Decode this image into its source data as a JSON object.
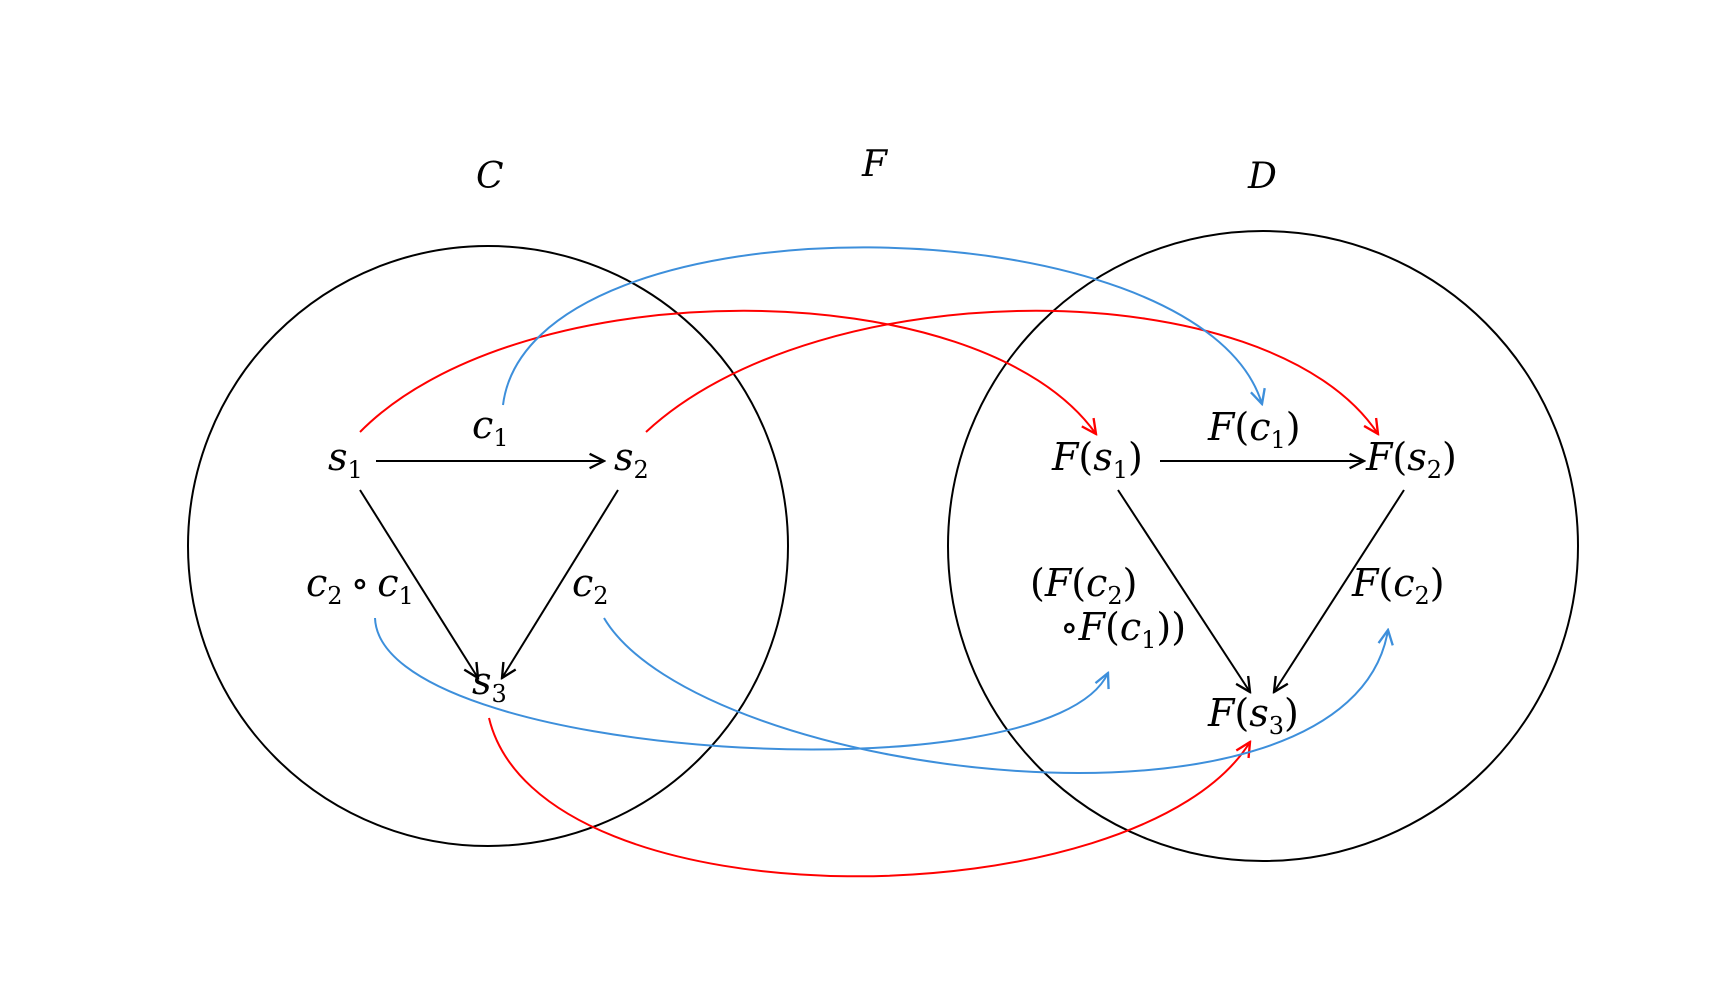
{
  "categories": {
    "left": {
      "name": "C"
    },
    "right": {
      "name": "D"
    },
    "functor": {
      "name": "F"
    }
  },
  "left_nodes": {
    "s1": {
      "base": "s",
      "sub": "1"
    },
    "s2": {
      "base": "s",
      "sub": "2"
    },
    "s3": {
      "base": "s",
      "sub": "3"
    }
  },
  "left_morphisms": {
    "c1": {
      "base": "c",
      "sub": "1"
    },
    "c2": {
      "base": "c",
      "sub": "2"
    },
    "comp": {
      "a": "c",
      "a_sub": "2",
      "op": "∘",
      "b": "c",
      "b_sub": "1"
    }
  },
  "right_nodes": {
    "Fs1": {
      "f": "F",
      "open": "(",
      "base": "s",
      "sub": "1",
      "close": ")"
    },
    "Fs2": {
      "f": "F",
      "open": "(",
      "base": "s",
      "sub": "2",
      "close": ")"
    },
    "Fs3": {
      "f": "F",
      "open": "(",
      "base": "s",
      "sub": "3",
      "close": ")"
    }
  },
  "right_morphisms": {
    "Fc1": {
      "f": "F",
      "open": "(",
      "base": "c",
      "sub": "1",
      "close": ")"
    },
    "Fc2": {
      "f": "F",
      "open": "(",
      "base": "c",
      "sub": "2",
      "close": ")"
    },
    "Fcomp_line1": {
      "open": "(",
      "f": "F",
      "open2": "(",
      "base": "c",
      "sub": "2",
      "close": ")"
    },
    "Fcomp_line2": {
      "op": "∘",
      "f": "F",
      "open": "(",
      "base": "c",
      "sub": "1",
      "close": "))"
    }
  },
  "colors": {
    "object_mapping": "#ff0000",
    "morphism_mapping": "#3d8fdb",
    "structure": "#000000"
  }
}
